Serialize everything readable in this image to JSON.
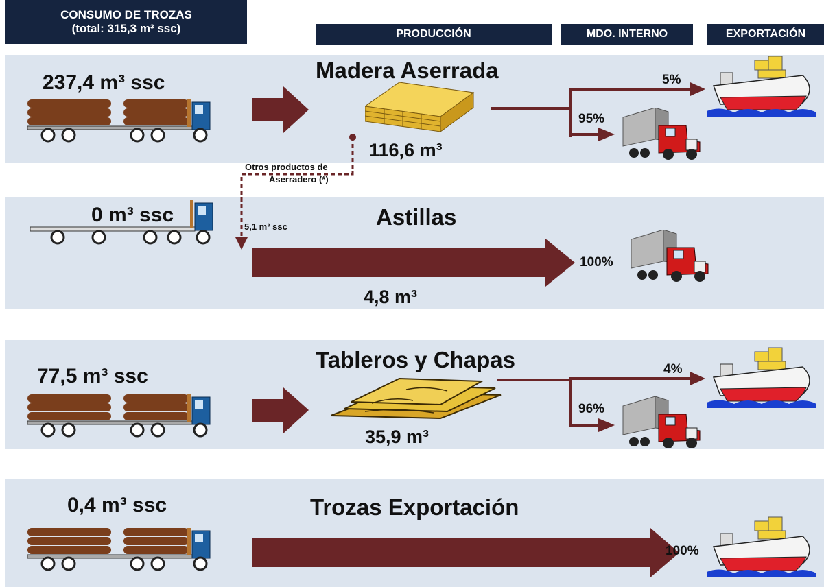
{
  "headers": {
    "consumo_line1": "CONSUMO DE TROZAS",
    "consumo_line2": "(total: 315,3 m³ ssc)",
    "produccion": "PRODUCCIÓN",
    "mdo_interno": "MDO. INTERNO",
    "exportacion": "EXPORTACIÓN"
  },
  "rows": [
    {
      "log_volume": "237,4 m³ ssc",
      "product": "Madera Aserrada",
      "production": "116,6 m³",
      "export_pct": "5%",
      "domestic_pct": "95%"
    },
    {
      "log_volume": "0 m³ ssc",
      "product": "Astillas",
      "production": "4,8 m³",
      "domestic_pct": "100%"
    },
    {
      "log_volume": "77,5 m³ ssc",
      "product": "Tableros y Chapas",
      "production": "35,9 m³",
      "export_pct": "4%",
      "domestic_pct": "96%"
    },
    {
      "log_volume": "0,4 m³ ssc",
      "product": "Trozas Exportación",
      "export_pct": "100%"
    }
  ],
  "side_flow": {
    "label_line1": "Otros productos de",
    "label_line2": "Aserradero (*)",
    "volume": "5,1 m³ ssc"
  },
  "colors": {
    "header_bg": "#15243f",
    "band_bg": "#dce4ee",
    "arrow": "#6a2527",
    "truck_cab": "#1d5f9f",
    "log": "#7a3e1c",
    "lumber": "#e8c23a",
    "ship_hull": "#e0202a",
    "water": "#1a3fd0",
    "semi_cab": "#d11a1a"
  },
  "icons": [
    "log-truck-icon",
    "empty-truck-icon",
    "lumber-stack-icon",
    "plywood-icon",
    "cargo-ship-icon",
    "semi-truck-icon"
  ]
}
